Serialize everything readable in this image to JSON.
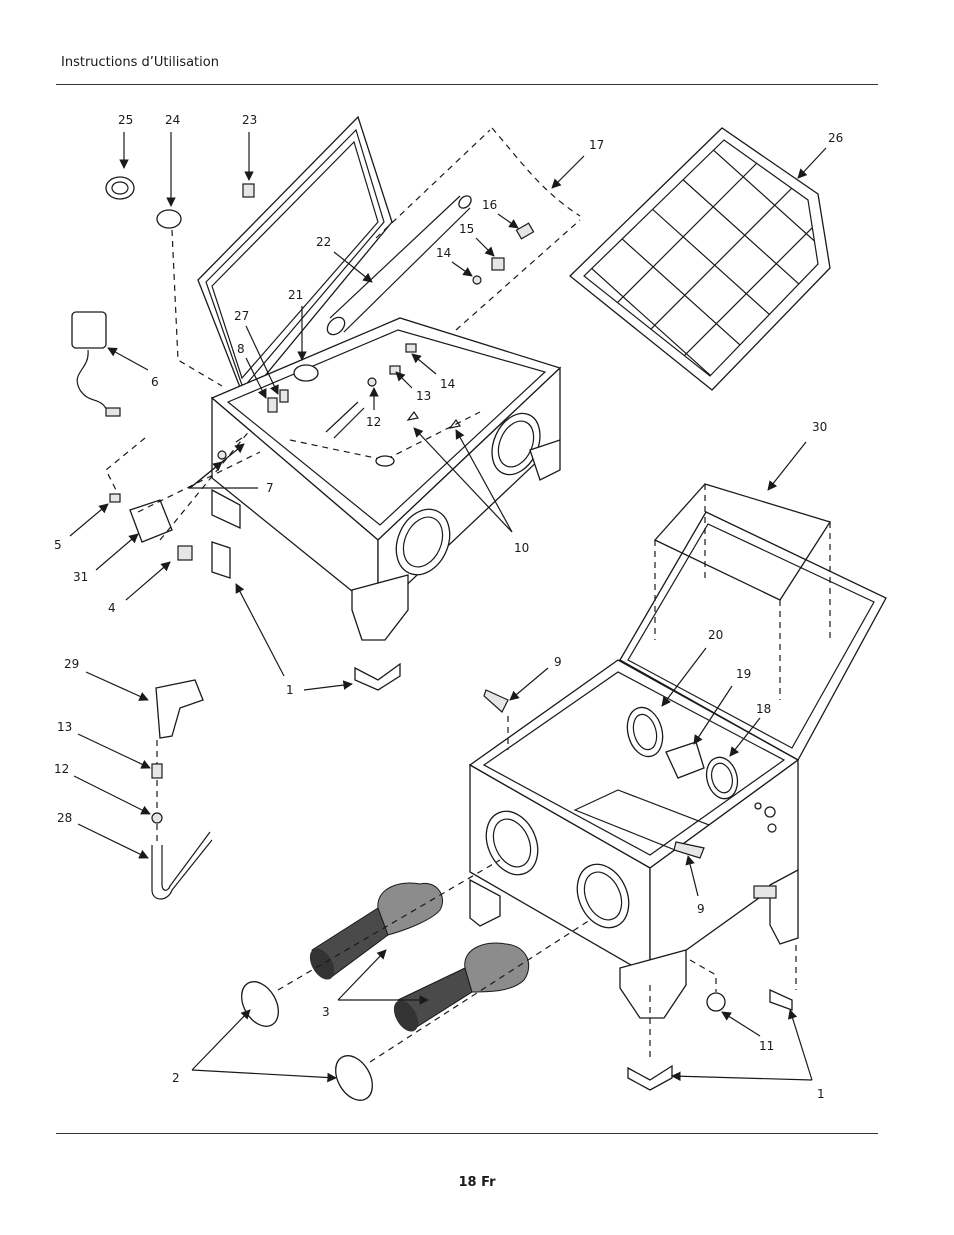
{
  "header": {
    "title": "Instructions d’Utilisation"
  },
  "footer": {
    "page": "18 Fr"
  },
  "callouts": [
    {
      "id": "c25",
      "text": "25"
    },
    {
      "id": "c24",
      "text": "24"
    },
    {
      "id": "c23",
      "text": "23"
    },
    {
      "id": "c17",
      "text": "17"
    },
    {
      "id": "c26",
      "text": "26"
    },
    {
      "id": "c16",
      "text": "16"
    },
    {
      "id": "c15",
      "text": "15"
    },
    {
      "id": "c14a",
      "text": "14"
    },
    {
      "id": "c22",
      "text": "22"
    },
    {
      "id": "c21",
      "text": "21"
    },
    {
      "id": "c27",
      "text": "27"
    },
    {
      "id": "c8",
      "text": "8"
    },
    {
      "id": "c6",
      "text": "6"
    },
    {
      "id": "c14b",
      "text": "14"
    },
    {
      "id": "c13a",
      "text": "13"
    },
    {
      "id": "c12a",
      "text": "12"
    },
    {
      "id": "c7",
      "text": "7"
    },
    {
      "id": "c30",
      "text": "30"
    },
    {
      "id": "c10",
      "text": "10"
    },
    {
      "id": "c5",
      "text": "5"
    },
    {
      "id": "c31",
      "text": "31"
    },
    {
      "id": "c4",
      "text": "4"
    },
    {
      "id": "c20",
      "text": "20"
    },
    {
      "id": "c29",
      "text": "29"
    },
    {
      "id": "c9a",
      "text": "9"
    },
    {
      "id": "c19",
      "text": "19"
    },
    {
      "id": "c1a",
      "text": "1"
    },
    {
      "id": "c18",
      "text": "18"
    },
    {
      "id": "c13b",
      "text": "13"
    },
    {
      "id": "c12b",
      "text": "12"
    },
    {
      "id": "c28",
      "text": "28"
    },
    {
      "id": "c9b",
      "text": "9"
    },
    {
      "id": "c3",
      "text": "3"
    },
    {
      "id": "c11",
      "text": "11"
    },
    {
      "id": "c2",
      "text": "2"
    },
    {
      "id": "c1b",
      "text": "1"
    }
  ]
}
